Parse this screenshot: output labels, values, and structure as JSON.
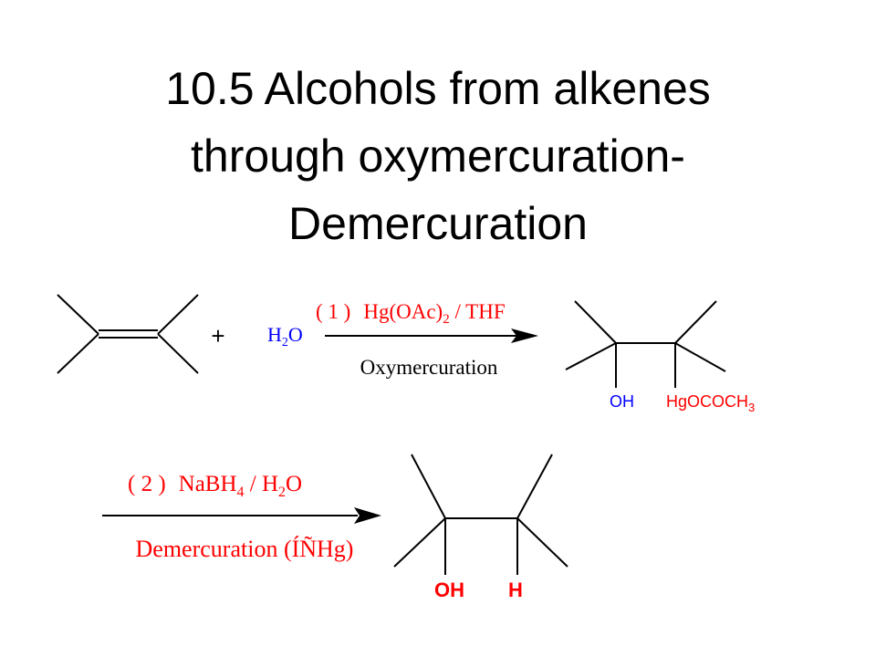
{
  "slide": {
    "title_lines": [
      "10.5  Alcohols from alkenes",
      "through oxymercuration-",
      "Demercuration"
    ]
  },
  "scheme": {
    "plus": "+",
    "water_reagent": {
      "h": "H",
      "sub": "2",
      "o": "O"
    },
    "step1": {
      "reagent": {
        "num": "( 1 )",
        "a": "Hg(OAc)",
        "sub": "2",
        "b": " / THF"
      },
      "label": "Oxymercuration"
    },
    "intermediate": {
      "oh": "OH",
      "hg": {
        "main": "HgOCOCH",
        "sub": "3"
      }
    },
    "step2": {
      "reagent": {
        "num": "( 2 )",
        "a": "NaBH",
        "sub1": "4",
        "b": " / H",
        "sub2": "2",
        "c": "O"
      },
      "label": "Demercuration (ÍÑHg)"
    },
    "product": {
      "oh": "OH",
      "h": "H"
    }
  },
  "colors": {
    "title": "#000000",
    "bonds": "#000000",
    "blue_text": "#0000ff",
    "red_text": "#ff0000"
  }
}
